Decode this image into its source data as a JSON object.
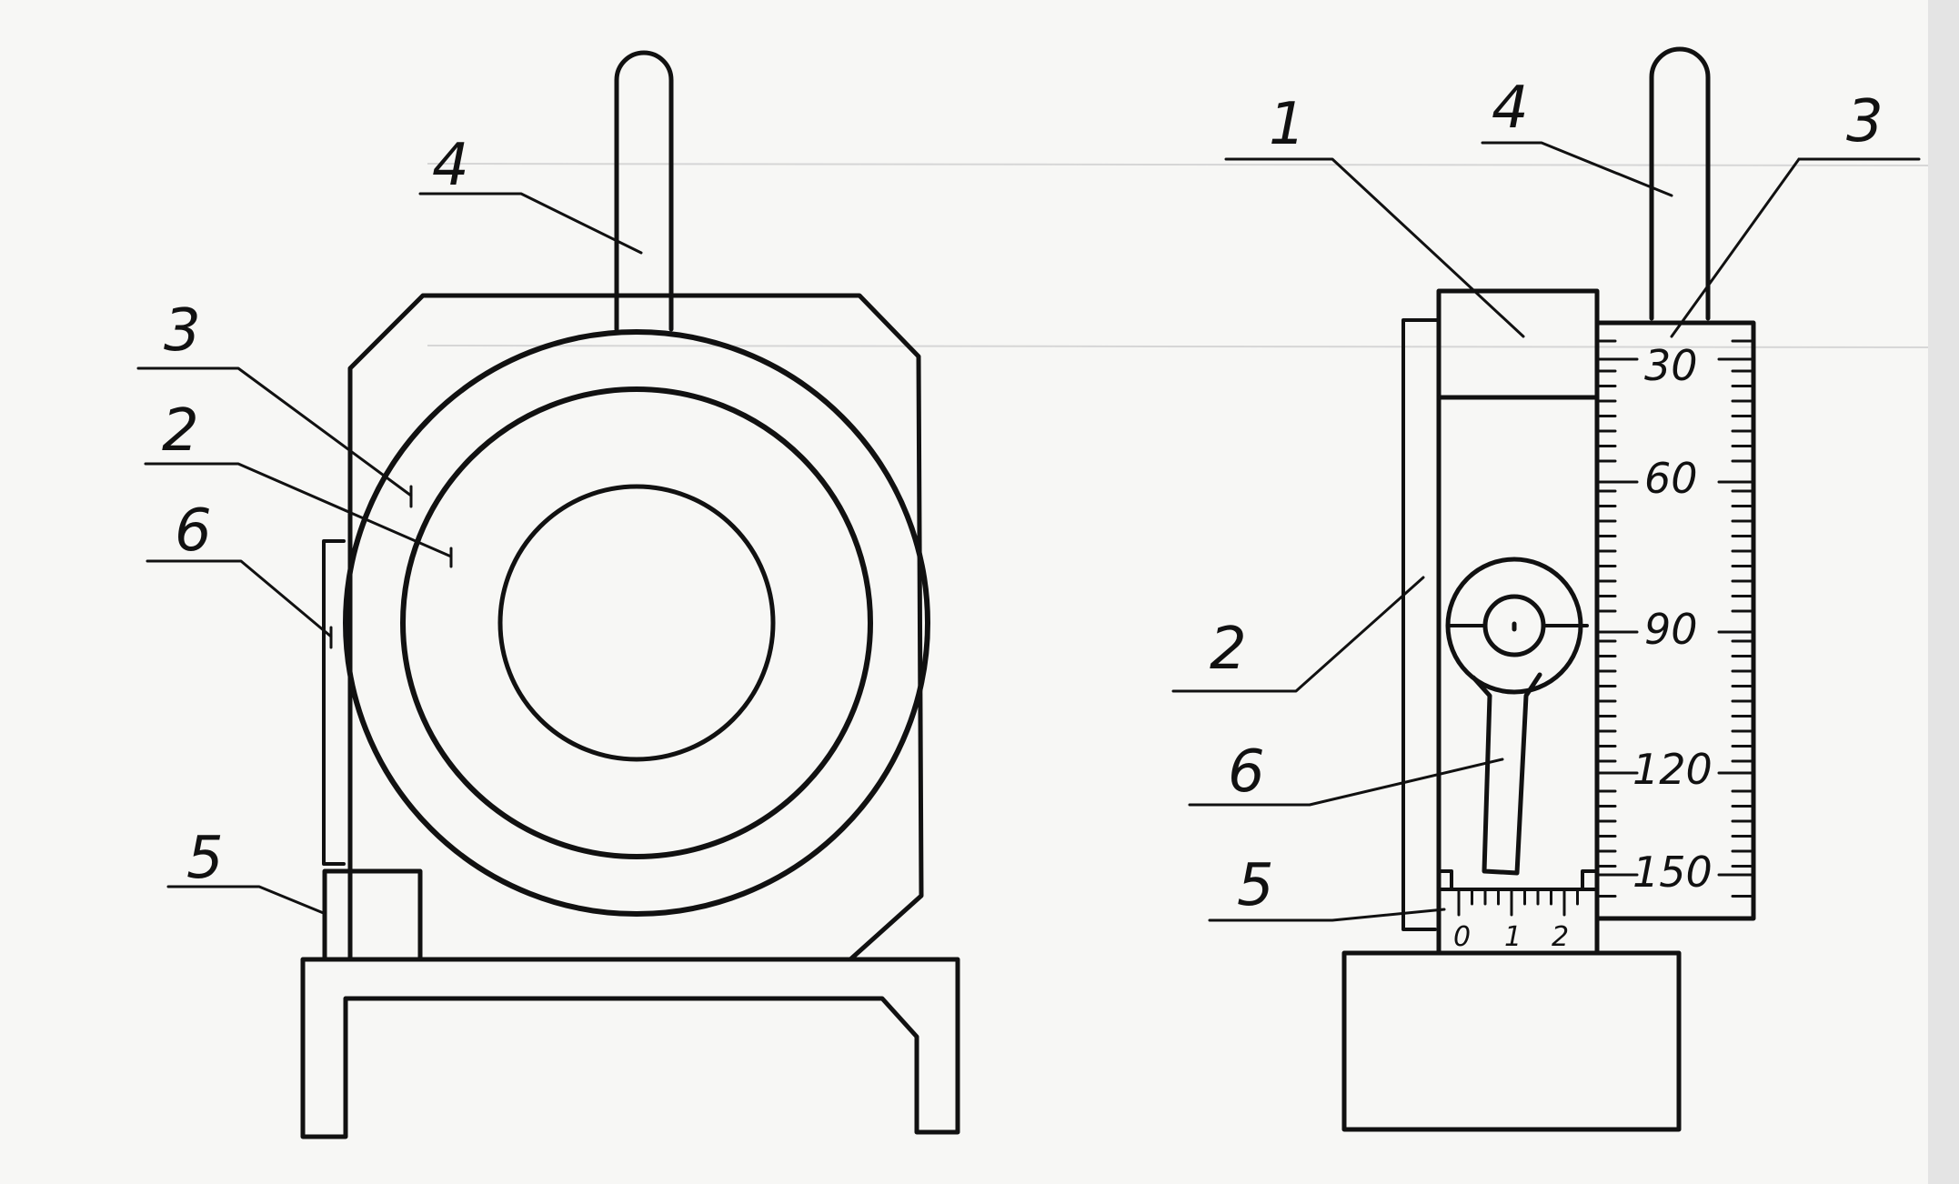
{
  "left_view": {
    "callouts": [
      "4",
      "3",
      "2",
      "6",
      "5"
    ]
  },
  "right_view": {
    "callouts": [
      "1",
      "4",
      "3",
      "2",
      "6",
      "5"
    ],
    "scale_labels": [
      "30",
      "60",
      "90",
      "120",
      "150"
    ],
    "vernier_labels": [
      "0",
      "1",
      "2"
    ]
  }
}
